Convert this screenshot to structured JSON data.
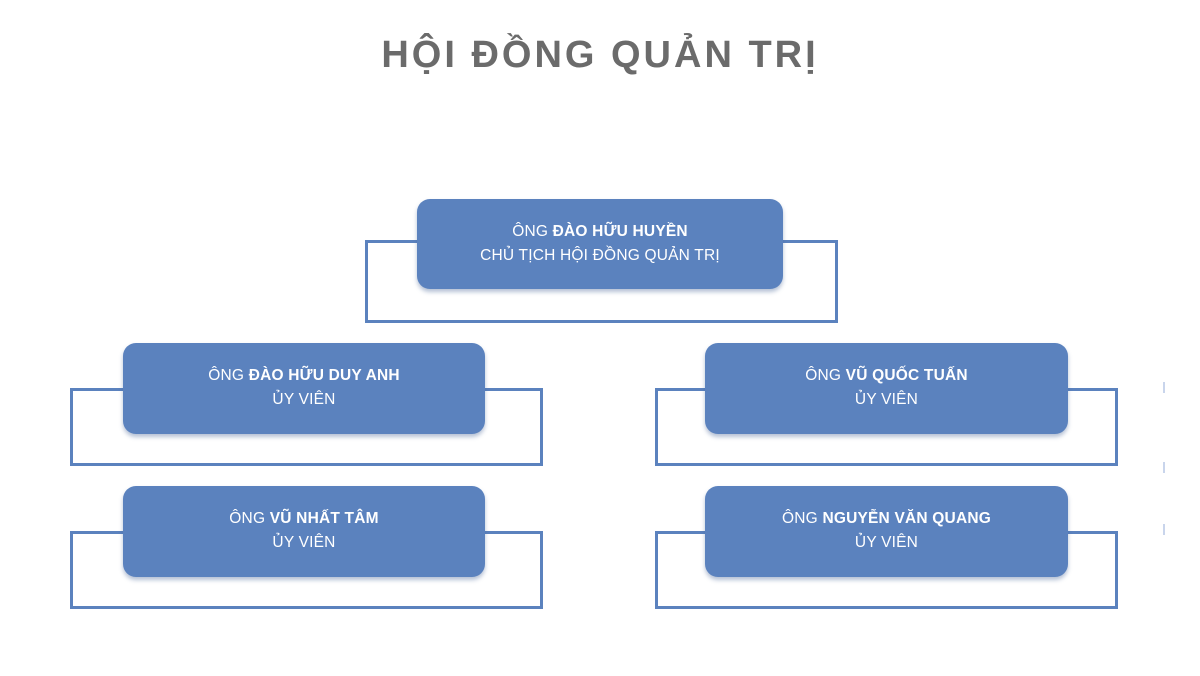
{
  "title": "HỘI ĐỒNG QUẢN TRỊ",
  "colors": {
    "box_fill": "#5b82be",
    "connector_line": "#5b82be",
    "title_text": "#6b6b6b",
    "box_text": "#ffffff",
    "background": "#ffffff"
  },
  "nodes": {
    "chairman": {
      "prefix": "ÔNG",
      "person": "ĐÀO HỮU HUYỀN",
      "role": "CHỦ TỊCH HỘI ĐỒNG QUẢN TRỊ"
    },
    "member_1": {
      "prefix": "ÔNG",
      "person": "ĐÀO HỮU DUY ANH",
      "role": "ỦY VIÊN"
    },
    "member_2": {
      "prefix": "ÔNG",
      "person": "VŨ QUỐC TUẤN",
      "role": "ỦY VIÊN"
    },
    "member_3": {
      "prefix": "ÔNG",
      "person": "VŨ NHẤT TÂM",
      "role": "ỦY VIÊN"
    },
    "member_4": {
      "prefix": "ÔNG",
      "person": "NGUYỄN VĂN QUANG",
      "role": "ỦY VIÊN"
    }
  }
}
